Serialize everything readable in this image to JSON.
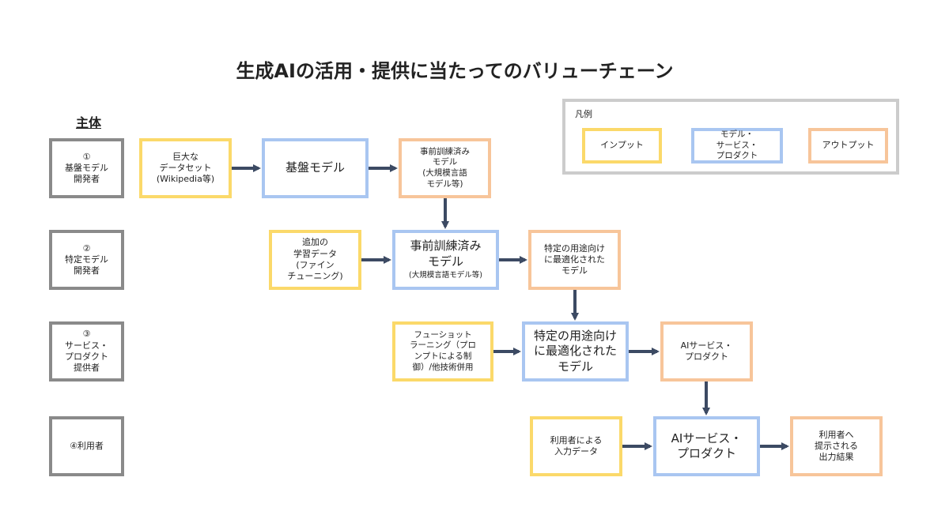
{
  "title": "生成AIの活用・提供に当たってのバリューチェーン",
  "actor_header": "主体",
  "actors": [
    "①\n基盤モデル\n開発者",
    "②\n特定モデル\n開発者",
    "③\nサービス・\nプロダクト\n提供者",
    "④利用者"
  ],
  "legend": {
    "title": "凡例",
    "input": "インプット",
    "model": "モデル・\nサービス・\nプロダクト",
    "output": "アウトプット"
  },
  "row1": {
    "input": "巨大な\nデータセット\n(Wikipedia等)",
    "model": "基盤モデル",
    "output": "事前訓練済み\nモデル\n(大規模言語\nモデル等)"
  },
  "row2": {
    "input": "追加の\n学習データ\n(ファイン\nチューニング)",
    "model": "事前訓練済み\nモデル",
    "model_sub": "(大規模言語モデル等)",
    "output": "特定の用途向け\nに最適化された\nモデル"
  },
  "row3": {
    "input": "フューショット\nラーニング（プロ\nンプトによる制\n御）/他技術併用",
    "model": "特定の用途向け\nに最適化された\nモデル",
    "output": "AIサービス・\nプロダクト"
  },
  "row4": {
    "input": "利用者による\n入力データ",
    "model": "AIサービス・\nプロダクト",
    "output": "利用者へ\n提示される\n出力結果"
  }
}
